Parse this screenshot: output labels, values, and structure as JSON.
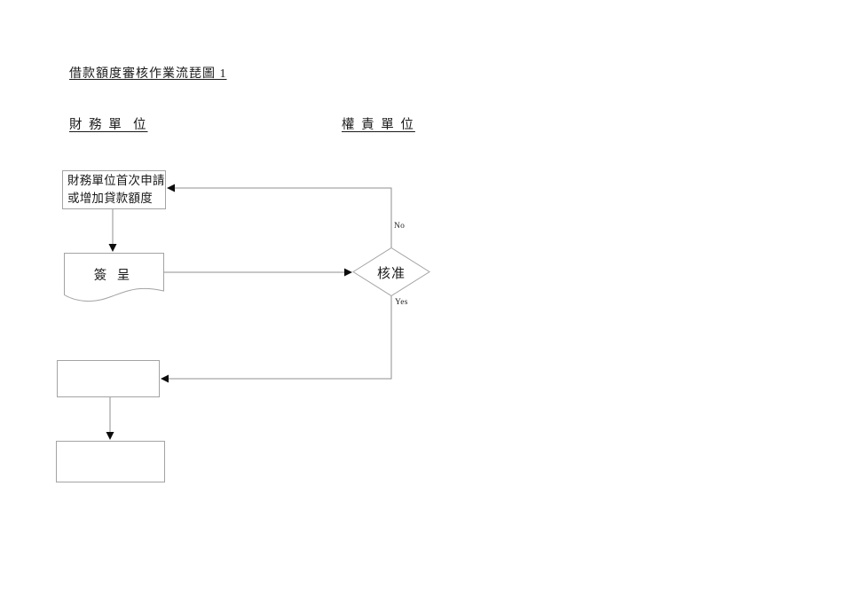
{
  "page": {
    "title": "借款額度審核作業流琵圖 1",
    "columns": {
      "left": "財 務 單  位",
      "right": "權 責 單 位"
    }
  },
  "flowchart": {
    "nodes": {
      "apply_box": {
        "line1": "財務單位首次申請",
        "line2": "或增加貸款額度"
      },
      "sign_doc": {
        "label": "簽 呈"
      },
      "approve_diamond": {
        "label": "核准"
      },
      "empty_box_1": {
        "label": ""
      },
      "empty_box_2": {
        "label": ""
      }
    },
    "edge_labels": {
      "no": "No",
      "yes": "Yes"
    }
  },
  "colors": {
    "background": "#ffffff",
    "shape_border": "#a3a3a3",
    "connector": "#8f8f8f",
    "arrowhead": "#0d0d0d",
    "text": "#1a1a1a"
  }
}
